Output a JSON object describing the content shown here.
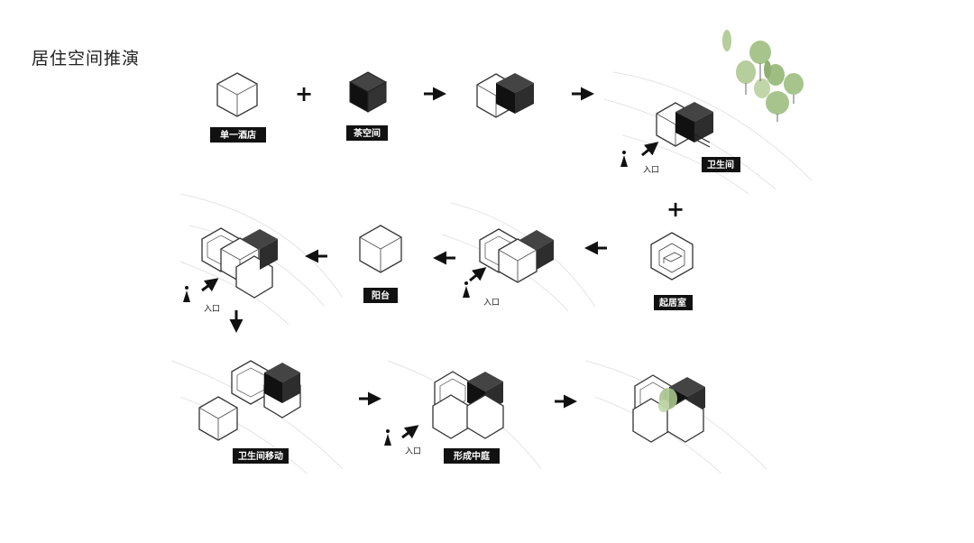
{
  "title": "居住空间推演",
  "labels": {
    "single_hotel": "单一酒店",
    "tea_space": "茶空间",
    "bathroom": "卫生间",
    "living_room": "起居室",
    "balcony": "阳台",
    "bathroom_move": "卫生间移动",
    "courtyard": "形成中庭"
  },
  "entrance": "入口",
  "plus": "+",
  "colors": {
    "dark_volume": "#2d2d2d",
    "tree_green": "#a7c48c"
  }
}
